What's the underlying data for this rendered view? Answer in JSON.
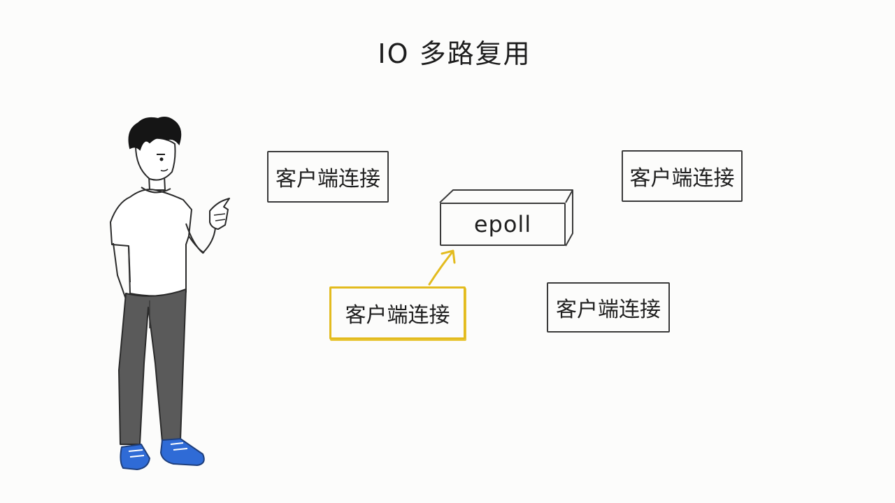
{
  "title": "IO 多路复用",
  "nodes": {
    "client_top_left": "客户端连接",
    "client_top_right": "客户端连接",
    "client_active": "客户端连接",
    "client_bottom_right": "客户端连接",
    "epoll": "epoll"
  },
  "colors": {
    "highlight": "#e3bb1e",
    "stroke": "#3a3a3a",
    "shirt": "#ffffff",
    "pants": "#5a5a5a",
    "shoes": "#2f6bd6",
    "hair": "#151515"
  }
}
